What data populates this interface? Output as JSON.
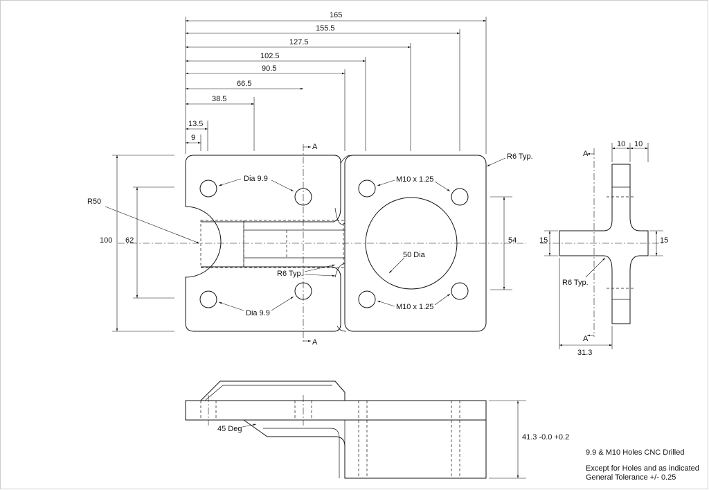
{
  "dimensions": {
    "d165": "165",
    "d155_5": "155.5",
    "d127_5": "127.5",
    "d102_5": "102.5",
    "d90_5": "90.5",
    "d66_5": "66.5",
    "d38_5": "38.5",
    "d13_5": "13.5",
    "d9": "9",
    "d10a": "10",
    "d10b": "10",
    "d100": "100",
    "d62": "62",
    "d54": "54",
    "d15a": "15",
    "d15b": "15",
    "d31_3": "31.3",
    "height": "41.3  -0.0 +0.2"
  },
  "labels": {
    "section_a1": "A",
    "section_a2": "A",
    "section_a3": "A",
    "section_a4": "A",
    "r6_typ_1": "R6 Typ.",
    "r6_typ_2": "R6 Typ.",
    "r6_typ_3": "R6 Typ.",
    "r50": "R50",
    "dia_9_9_top": "Dia 9.9",
    "dia_9_9_bottom": "Dia 9.9",
    "m10_top": "M10 x 1.25",
    "m10_bottom": "M10 x 1.25",
    "bore": "50 Dia",
    "angle": "45 Deg"
  },
  "notes": {
    "line1": "9.9 & M10 Holes CNC Drilled",
    "line2": "Except for Holes and as indicated",
    "line3": "General Tolerance +/- 0.25"
  }
}
